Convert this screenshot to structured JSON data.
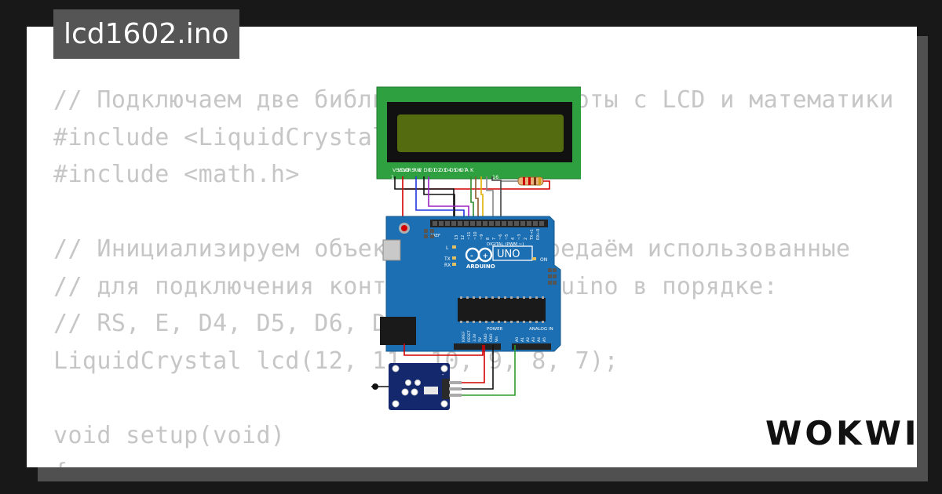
{
  "project": {
    "title": "lcd1602.ino"
  },
  "code_lines": [
    "// Подключаем две библиотеки для работы с LCD и математики",
    "#include <LiquidCrystal.h>",
    "#include <math.h>",
    "",
    "// Инициализируем объект-экран, передаём использованные",
    "// для подключения контактов на Arduino в порядке:",
    "// RS, E, D4, D5, D6, D7",
    "LiquidCrystal lcd(12, 11, 10, 9, 8, 7);",
    "",
    "void setup(void)",
    "{"
  ],
  "diagram": {
    "lcd_pins": [
      "VSS",
      "VDD",
      "V0",
      "RS",
      "RW",
      "E",
      "D0",
      "D1",
      "D2",
      "D3",
      "D4",
      "D5",
      "D6",
      "D7",
      "A",
      "K"
    ],
    "lcd_pin_first": "1",
    "lcd_pin_last": "16",
    "arduino": {
      "brand": "ARDUINO",
      "model": "UNO",
      "digital_label": "DIGITAL (PWM ~)",
      "aref_label": "AREF",
      "digital_pins": [
        "13",
        "12",
        "~11",
        "~10",
        "~9",
        "8",
        "7",
        "~6",
        "~5",
        "4",
        "~3",
        "2",
        "TX→1",
        "RX←0"
      ],
      "led_l": "L",
      "led_tx": "TX",
      "led_rx": "RX",
      "led_on": "ON",
      "power_label": "POWER",
      "power_pins": [
        "IOREF",
        "RESET",
        "3.3V",
        "5V",
        "GND",
        "GND",
        "Vin"
      ],
      "analog_label": "ANALOG IN",
      "analog_pins": [
        "A0",
        "A1",
        "A2",
        "A3",
        "A4",
        "A5"
      ]
    },
    "sensor_pin_label": "S",
    "sensor_minus_label": "-"
  },
  "brand": {
    "logo": "WOKWI"
  },
  "colors": {
    "background": "#181818",
    "card": "#ffffff",
    "code_text": "#c6c6c6",
    "title_tag": "#555555",
    "lcd_frame": "#2fa040",
    "lcd_screen": "#556b10",
    "board": "#1c6fb2",
    "sensor_board": "#14286e"
  }
}
